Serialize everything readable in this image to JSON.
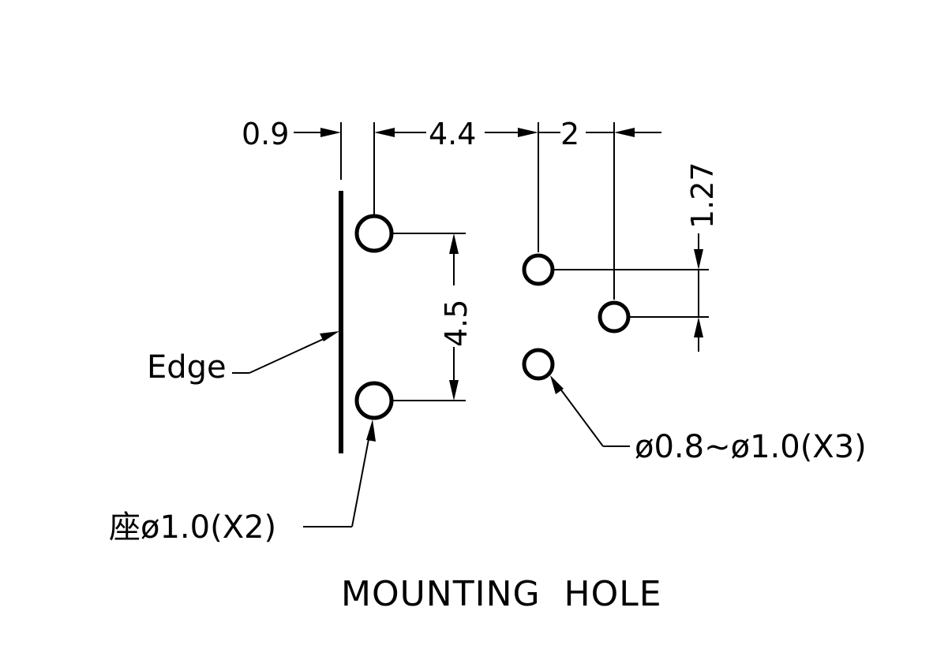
{
  "dimensions": {
    "edge_to_hole": "0.9",
    "row_pitch": "4.4",
    "column_pitch": "2",
    "vertical_offset": "1.27",
    "hole_pitch_vertical": "4.5"
  },
  "labels": {
    "edge": "Edge",
    "small_holes": "ø0.8~ø1.0(X3)",
    "large_holes": "座ø1.0(X2)"
  },
  "title": "MOUNTING  HOLE"
}
